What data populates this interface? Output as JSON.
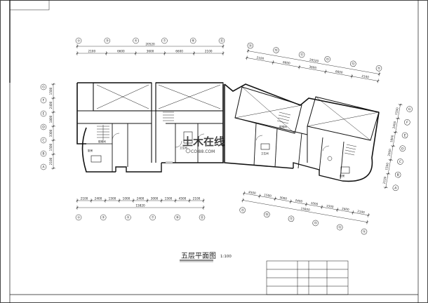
{
  "drawing": {
    "title": "五层平面图",
    "scale": "1:100",
    "watermark": "土木在线",
    "watermark_sub": "COI88.COM",
    "colors": {
      "line": "#1a1a1a",
      "wall": "#111111",
      "dim": "#333333",
      "watermark": "#c9d2de"
    }
  },
  "axes": {
    "left_top": [
      "①",
      "③",
      "⑤",
      "⑦",
      "⑨",
      "⑪"
    ],
    "left_bottom": [
      "①",
      "③",
      "⑤",
      "⑦",
      "⑨",
      "⑪"
    ],
    "left_side": [
      "G",
      "F",
      "E",
      "D",
      "C",
      "B",
      "A"
    ],
    "right_top": [
      "㉑",
      "⑲",
      "⑰",
      "⑮",
      "⑬",
      "⑪"
    ],
    "right_bottom": [
      "㉑",
      "⑲",
      "⑰",
      "⑮",
      "⑬",
      "⑪"
    ],
    "right_side": [
      "G",
      "F",
      "E",
      "D",
      "C",
      "B",
      "A"
    ]
  },
  "dims": {
    "left_top_total": "20520",
    "left_top_segments": [
      "2100",
      "6600",
      "3600",
      "6600",
      "2100"
    ],
    "right_top_total": "20520",
    "right_top_segments": [
      "2100",
      "6600",
      "3600",
      "6600",
      "2100"
    ],
    "left_bottom_total": "15820",
    "left_bottom_segments": [
      "2100",
      "2400",
      "1500",
      "1000",
      "2400",
      "3000",
      "1500",
      "4500",
      "2100"
    ],
    "right_bottom_total": "15820",
    "right_bottom_segments": [
      "4500",
      "1500",
      "3000",
      "2400",
      "1000",
      "1500",
      "2400",
      "2100"
    ],
    "left_side": [
      "1500",
      "2400",
      "1800",
      "3300",
      "1500",
      "2100"
    ],
    "right_side": [
      "1500",
      "2400",
      "1800",
      "3300",
      "1500",
      "2100"
    ]
  },
  "rooms": {
    "left_stair": "楼梯间",
    "left_bath": "卫生间",
    "left_kitchen": "厨房",
    "right_stair": "楼梯间",
    "right_bath": "卫生间",
    "right_kitchen": "厨房"
  },
  "title_block": {
    "rows": [
      [
        "",
        "",
        ""
      ],
      [
        "",
        "",
        ""
      ],
      [
        "",
        "",
        ""
      ],
      [
        "",
        "",
        ""
      ]
    ]
  }
}
